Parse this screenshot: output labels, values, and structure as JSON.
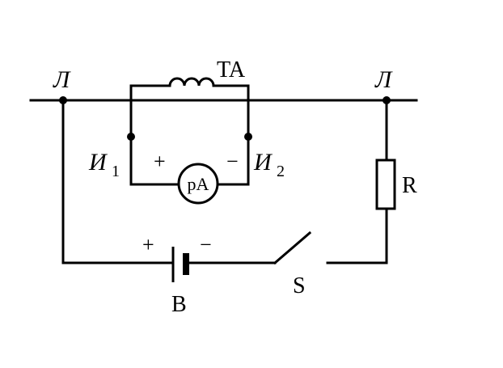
{
  "labels": {
    "line_left": "Л",
    "line_right": "Л",
    "transformer": "TA",
    "terminal_1": "И",
    "terminal_1_sub": "1",
    "terminal_2": "И",
    "terminal_2_sub": "2",
    "meter": "pA",
    "meter_plus": "+",
    "meter_minus": "−",
    "battery_plus": "+",
    "battery_minus": "−",
    "battery": "B",
    "switch": "S",
    "resistor": "R"
  }
}
